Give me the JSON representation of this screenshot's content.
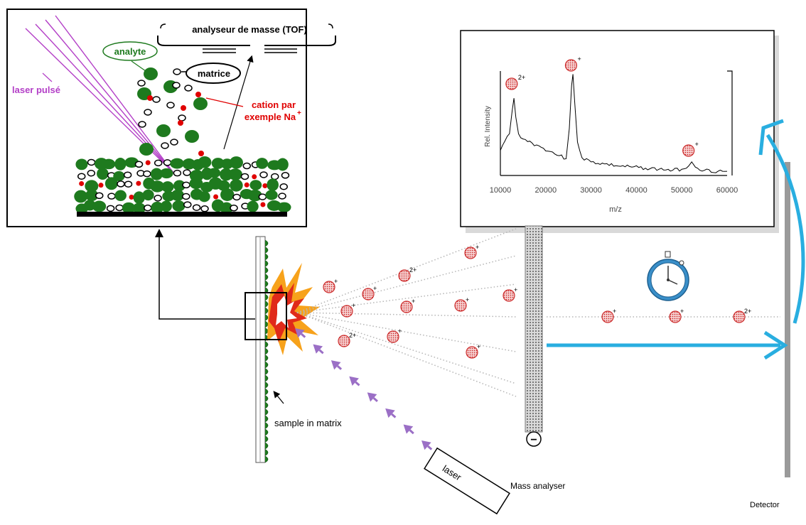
{
  "inset_left": {
    "tof_label": "analyseur de masse (TOF)",
    "analyte_label": "analyte",
    "matrix_label": "matrice",
    "laser_label": "laser pulsé",
    "cation_label_line1": "cation par",
    "cation_label_line2": "exemple Na",
    "cation_label_sup": "+"
  },
  "inset_right": {
    "ylabel": "Rel. Intensity",
    "xlabel": "m/z",
    "xticks": [
      "10000",
      "20000",
      "30000",
      "40000",
      "50000",
      "60000"
    ],
    "peak_labels": [
      "2+",
      "+",
      "+"
    ]
  },
  "chart_data": {
    "type": "line",
    "title": "",
    "xlabel": "m/z",
    "ylabel": "Rel. Intensity",
    "xlim": [
      10000,
      60000
    ],
    "ylim": [
      0,
      100
    ],
    "series": [
      {
        "x": [
          10000,
          11000,
          12000,
          12600,
          13000,
          13400,
          14000,
          15000,
          17000,
          19000,
          21000,
          23000,
          24500,
          25200,
          25700,
          26000,
          26400,
          27000,
          28000,
          30000,
          33000,
          36000,
          39000,
          42000,
          45000,
          48000,
          50000,
          51500,
          52200,
          53000,
          55000,
          58000,
          60000
        ],
        "y": [
          24,
          33,
          40,
          62,
          74,
          56,
          40,
          35,
          31,
          27,
          23,
          19,
          16,
          45,
          86,
          97,
          70,
          32,
          17,
          13,
          11,
          9,
          8,
          7,
          6,
          5,
          6,
          9,
          13,
          8,
          5,
          4,
          4
        ]
      }
    ],
    "annotations": [
      "2+",
      "+",
      "+"
    ]
  },
  "labels": {
    "sample": "sample in matrix",
    "laser": "laser",
    "analyser": "Mass analyser",
    "detector": "Detector",
    "ion_charges": [
      "+",
      "2+",
      "+",
      "+",
      "+",
      "+",
      "+",
      "+",
      "2+",
      "+",
      "+",
      "+",
      "+",
      "2+"
    ],
    "minus": "−"
  },
  "colors": {
    "analyte": "#1e7a1e",
    "cation": "#e00000",
    "laser": "#b33fc7",
    "laser_arrows": "#9b6fc6",
    "flight_arrow": "#29aee0",
    "ion": "#cc2a2a"
  }
}
